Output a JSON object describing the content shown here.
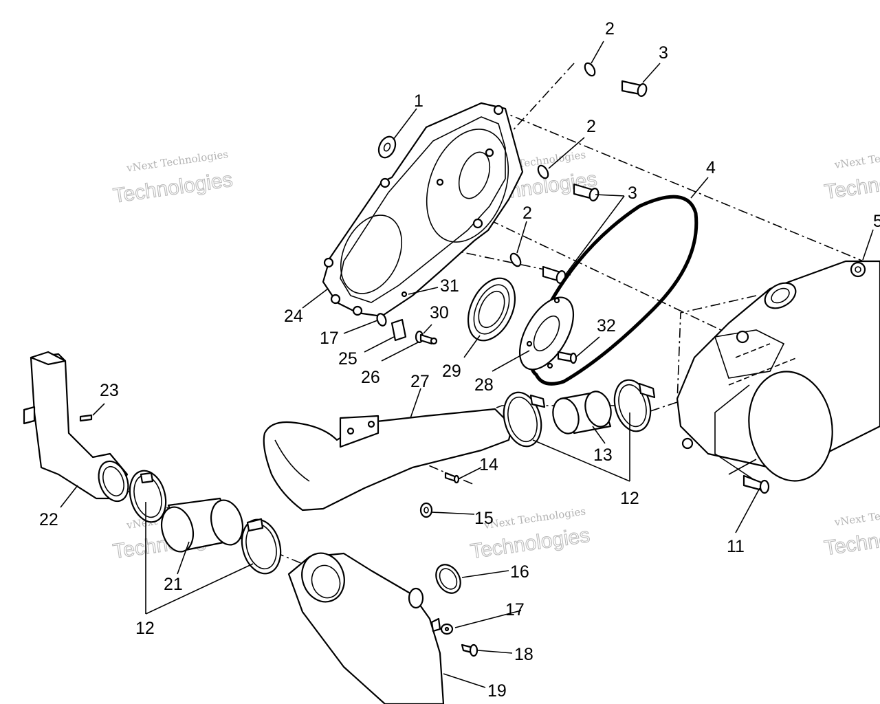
{
  "watermark": {
    "line1": "vNext Technologies",
    "line2": "Technologies"
  },
  "callouts": {
    "c1": "1",
    "c2a": "2",
    "c2b": "2",
    "c2c": "2",
    "c3a": "3",
    "c3b": "3",
    "c4": "4",
    "c5": "5",
    "c11": "11",
    "c12a": "12",
    "c12b": "12",
    "c13": "13",
    "c14": "14",
    "c15": "15",
    "c16": "16",
    "c17a": "17",
    "c17b": "17",
    "c18": "18",
    "c19": "19",
    "c21": "21",
    "c22": "22",
    "c23": "23",
    "c24": "24",
    "c25": "25",
    "c26": "26",
    "c27": "27",
    "c28": "28",
    "c29": "29",
    "c30": "30",
    "c31": "31",
    "c32": "32"
  }
}
